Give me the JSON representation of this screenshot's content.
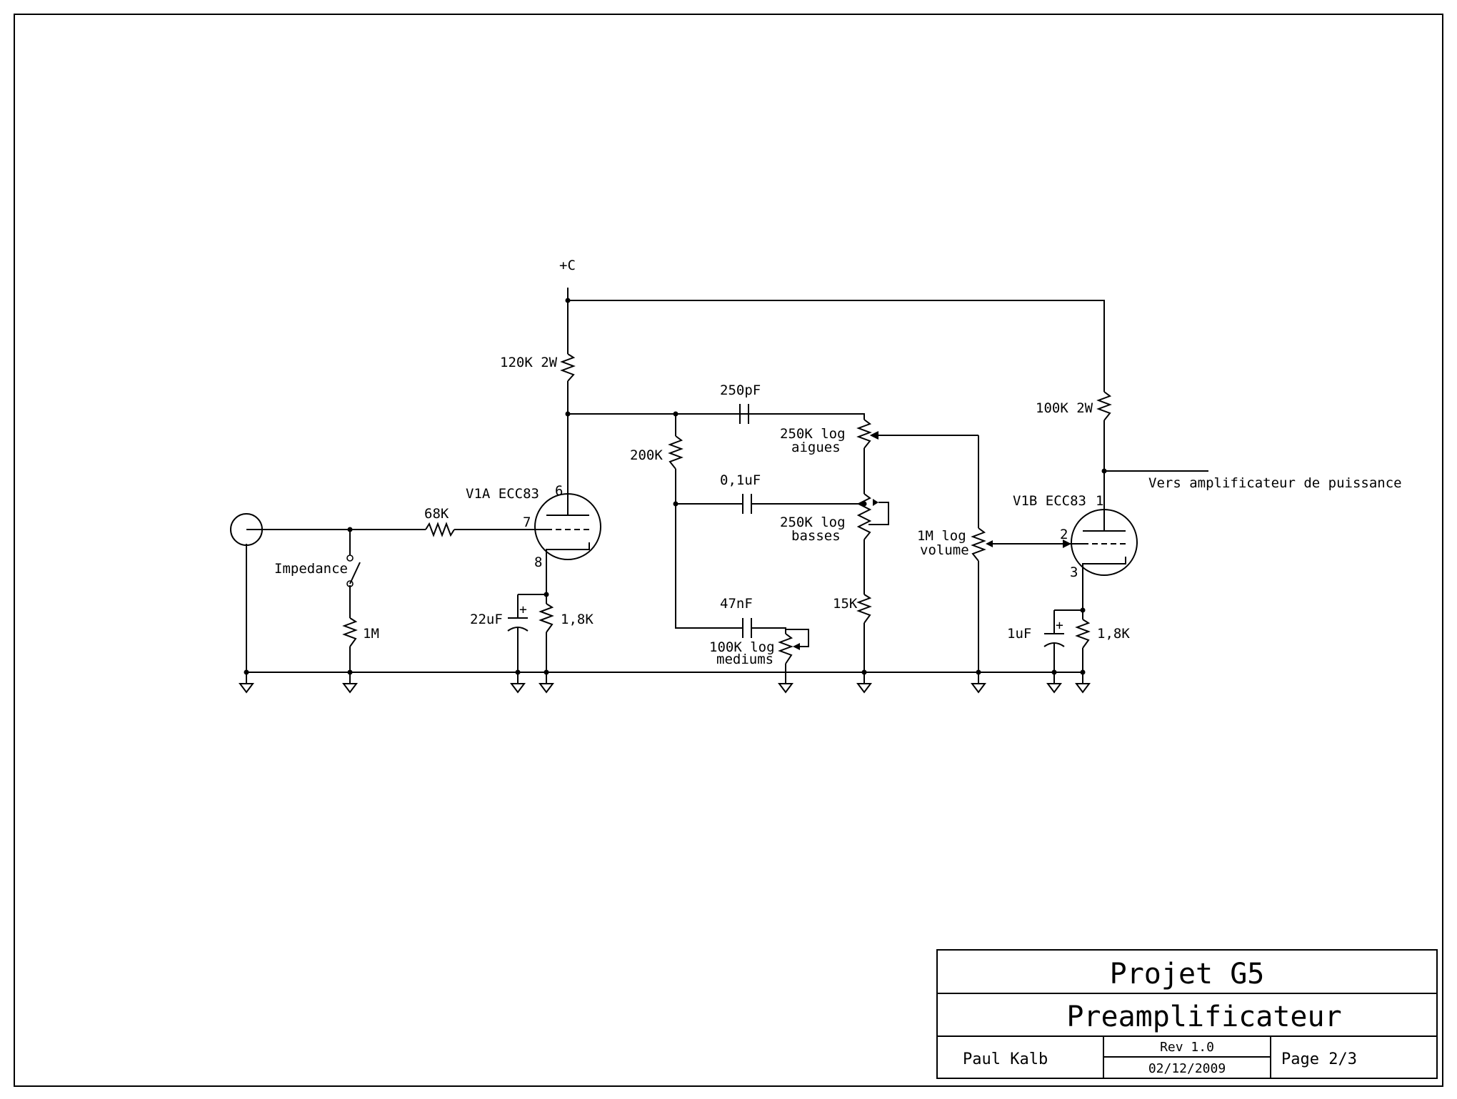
{
  "schematic": {
    "supply": "+C",
    "tube_a": {
      "label": "V1A ECC83",
      "pin_plate": "6",
      "pin_grid": "7",
      "pin_cathode": "8"
    },
    "tube_b": {
      "label": "V1B ECC83",
      "pin_plate": "1",
      "pin_grid": "2",
      "pin_cathode": "3"
    },
    "components": {
      "r_plate_a": "120K 2W",
      "r_plate_b": "100K 2W",
      "r_grid": "68K",
      "r_input": "1M",
      "r_cathode_a": "1,8K",
      "c_cathode_a": "22uF",
      "r_cathode_b": "1,8K",
      "c_cathode_b": "1uF",
      "c_treble": "250pF",
      "r_slope": "200K",
      "c_bass": "0,1uF",
      "c_mid": "47nF",
      "pot_treble": [
        "250K log",
        "aigues"
      ],
      "pot_bass": [
        "250K log",
        "basses"
      ],
      "pot_mid": [
        "100K log",
        "mediums"
      ],
      "r_tone": "15K",
      "pot_volume": [
        "1M log",
        "volume"
      ],
      "plus_sign": "+"
    },
    "switch_label": "Impedance",
    "output_label": "Vers amplificateur de puissance"
  },
  "title_block": {
    "project": "Projet G5",
    "sheet_title": "Preamplificateur",
    "author": "Paul Kalb",
    "revision": "Rev 1.0",
    "date": "02/12/2009",
    "page": "Page 2/3"
  }
}
